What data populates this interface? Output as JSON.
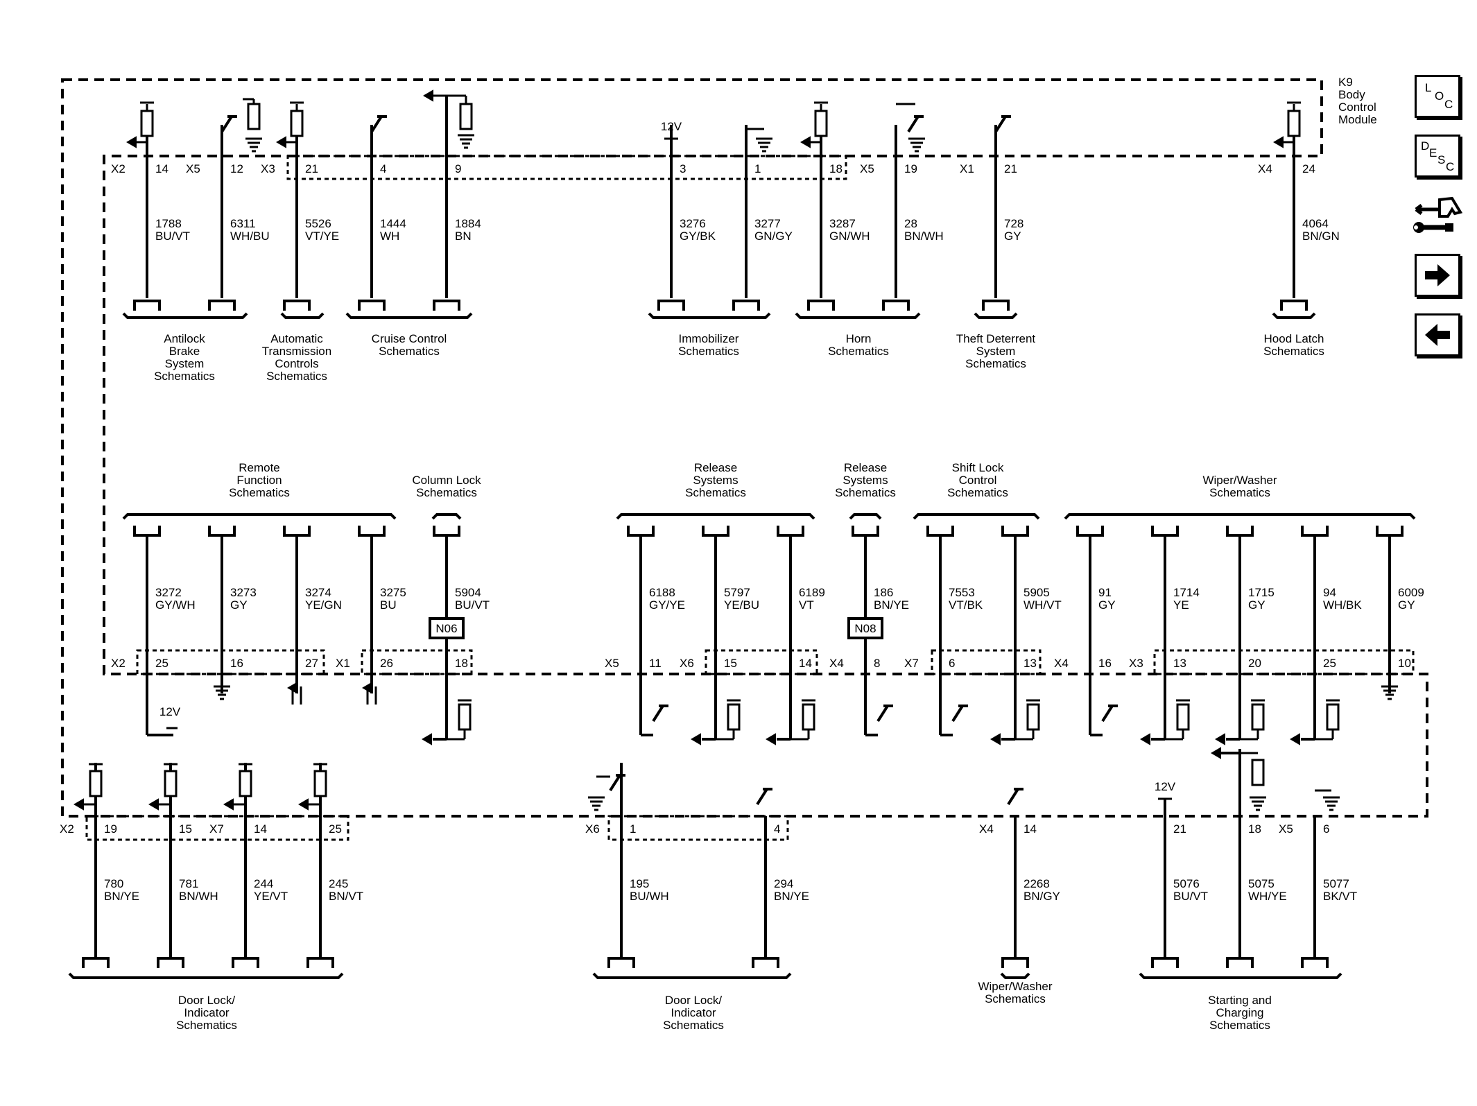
{
  "module": {
    "title_lines": [
      "K9",
      "Body",
      "Control",
      "Module"
    ]
  },
  "nav": {
    "loc_letters": [
      "L",
      "O",
      "C"
    ],
    "desc_letters": [
      "D",
      "E",
      "S",
      "C"
    ],
    "icons": [
      "loc-icon",
      "desc-icon",
      "connector-tool-icon",
      "arrow-right-icon",
      "arrow-left-icon"
    ]
  },
  "row1": {
    "connectors": [
      {
        "id": "X2",
        "pin": "14"
      },
      {
        "id": "X5",
        "pin": "12"
      },
      {
        "id": "X3",
        "pin": "21"
      },
      {
        "id": "",
        "pin": "4"
      },
      {
        "id": "",
        "pin": "9"
      },
      {
        "id": "",
        "pin": "3"
      },
      {
        "id": "",
        "pin": "1"
      },
      {
        "id": "",
        "pin": "18"
      },
      {
        "id": "X5",
        "pin": "19"
      },
      {
        "id": "X1",
        "pin": "21"
      },
      {
        "id": "X4",
        "pin": "24"
      }
    ],
    "wires": [
      {
        "circuit": "1788",
        "color": "BU/VT"
      },
      {
        "circuit": "6311",
        "color": "WH/BU"
      },
      {
        "circuit": "5526",
        "color": "VT/YE"
      },
      {
        "circuit": "1444",
        "color": "WH"
      },
      {
        "circuit": "1884",
        "color": "BN"
      },
      {
        "circuit": "3276",
        "color": "GY/BK"
      },
      {
        "circuit": "3277",
        "color": "GN/GY"
      },
      {
        "circuit": "3287",
        "color": "GN/WH"
      },
      {
        "circuit": "28",
        "color": "BN/WH"
      },
      {
        "circuit": "728",
        "color": "GY"
      },
      {
        "circuit": "4064",
        "color": "BN/GN"
      }
    ],
    "voltage": "12V",
    "destinations": [
      [
        "Antilock",
        "Brake",
        "System",
        "Schematics"
      ],
      [
        "Automatic",
        "Transmission",
        "Controls",
        "Schematics"
      ],
      [
        "Cruise Control",
        "Schematics"
      ],
      [
        "Immobilizer",
        "Schematics"
      ],
      [
        "Horn",
        "Schematics"
      ],
      [
        "Theft Deterrent",
        "System",
        "Schematics"
      ],
      [
        "Hood Latch",
        "Schematics"
      ]
    ]
  },
  "row2": {
    "sources": [
      [
        "Remote",
        "Function",
        "Schematics"
      ],
      [
        "Column Lock",
        "Schematics"
      ],
      [
        "Release",
        "Systems",
        "Schematics"
      ],
      [
        "Release",
        "Systems",
        "Schematics"
      ],
      [
        "Shift Lock",
        "Control",
        "Schematics"
      ],
      [
        "Wiper/Washer",
        "Schematics"
      ]
    ],
    "wires": [
      {
        "circuit": "3272",
        "color": "GY/WH"
      },
      {
        "circuit": "3273",
        "color": "GY"
      },
      {
        "circuit": "3274",
        "color": "YE/GN"
      },
      {
        "circuit": "3275",
        "color": "BU"
      },
      {
        "circuit": "5904",
        "color": "BU/VT"
      },
      {
        "circuit": "6188",
        "color": "GY/YE"
      },
      {
        "circuit": "5797",
        "color": "YE/BU"
      },
      {
        "circuit": "6189",
        "color": "VT"
      },
      {
        "circuit": "186",
        "color": "BN/YE"
      },
      {
        "circuit": "7553",
        "color": "VT/BK"
      },
      {
        "circuit": "5905",
        "color": "WH/VT"
      },
      {
        "circuit": "91",
        "color": "GY"
      },
      {
        "circuit": "1714",
        "color": "YE"
      },
      {
        "circuit": "1715",
        "color": "GY"
      },
      {
        "circuit": "94",
        "color": "WH/BK"
      },
      {
        "circuit": "6009",
        "color": "GY"
      }
    ],
    "inline_connectors": [
      "N06",
      "N08"
    ],
    "connectors": [
      {
        "id": "X2",
        "pin": "25"
      },
      {
        "id": "",
        "pin": "16"
      },
      {
        "id": "",
        "pin": "27"
      },
      {
        "id": "X1",
        "pin": "26"
      },
      {
        "id": "",
        "pin": "18"
      },
      {
        "id": "X5",
        "pin": "11"
      },
      {
        "id": "X6",
        "pin": "15"
      },
      {
        "id": "",
        "pin": "14"
      },
      {
        "id": "X4",
        "pin": "8"
      },
      {
        "id": "X7",
        "pin": "6"
      },
      {
        "id": "",
        "pin": "13"
      },
      {
        "id": "X4",
        "pin": "16"
      },
      {
        "id": "X3",
        "pin": "13"
      },
      {
        "id": "",
        "pin": "20"
      },
      {
        "id": "",
        "pin": "25"
      },
      {
        "id": "",
        "pin": "10"
      }
    ],
    "voltage": "12V"
  },
  "row3": {
    "connectors": [
      {
        "id": "X2",
        "pin": "19"
      },
      {
        "id": "",
        "pin": "15"
      },
      {
        "id": "X7",
        "pin": "14"
      },
      {
        "id": "",
        "pin": "25"
      },
      {
        "id": "X6",
        "pin": "1"
      },
      {
        "id": "",
        "pin": "4"
      },
      {
        "id": "X4",
        "pin": "14"
      },
      {
        "id": "",
        "pin": "21"
      },
      {
        "id": "",
        "pin": "18"
      },
      {
        "id": "X5",
        "pin": "6"
      }
    ],
    "wires": [
      {
        "circuit": "780",
        "color": "BN/YE"
      },
      {
        "circuit": "781",
        "color": "BN/WH"
      },
      {
        "circuit": "244",
        "color": "YE/VT"
      },
      {
        "circuit": "245",
        "color": "BN/VT"
      },
      {
        "circuit": "195",
        "color": "BU/WH"
      },
      {
        "circuit": "294",
        "color": "BN/YE"
      },
      {
        "circuit": "2268",
        "color": "BN/GY"
      },
      {
        "circuit": "5076",
        "color": "BU/VT"
      },
      {
        "circuit": "5075",
        "color": "WH/YE"
      },
      {
        "circuit": "5077",
        "color": "BK/VT"
      }
    ],
    "voltage": "12V",
    "destinations": [
      [
        "Door Lock/",
        "Indicator",
        "Schematics"
      ],
      [
        "Door Lock/",
        "Indicator",
        "Schematics"
      ],
      [
        "Wiper/Washer",
        "Schematics"
      ],
      [
        "Starting and",
        "Charging",
        "Schematics"
      ]
    ]
  }
}
